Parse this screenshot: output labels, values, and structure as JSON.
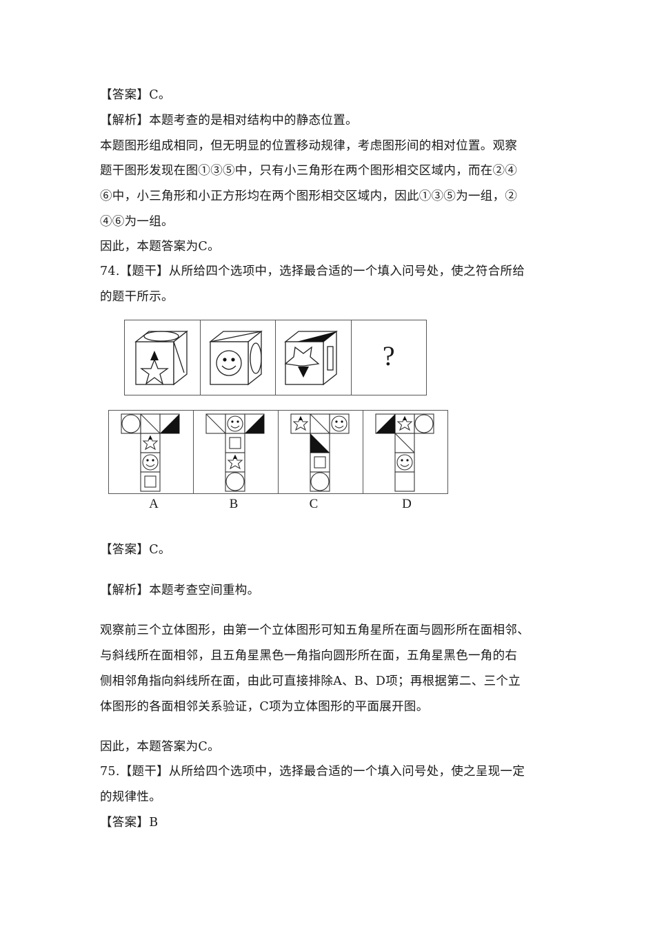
{
  "q73_tail": {
    "answer_line": "【答案】C。",
    "analysis_line": "【解析】本题考查的是相对结构中的静态位置。",
    "body_lines": [
      "本题图形组成相同，但无明显的位置移动规律，考虑图形间的相对位置。观察",
      "题干图形发现在图①③⑤中，只有小三角形在两个图形相交区域内，而在②④",
      "⑥中，小三角形和小正方形均在两个图形相交区域内，因此①③⑤为一组，②",
      "④⑥为一组。"
    ],
    "conclusion": "因此，本题答案为C。"
  },
  "q74": {
    "stem_lines": [
      "74.【题干】从所给四个选项中，选择最合适的一个填入问号处，使之符合所给",
      "的题干所示。"
    ],
    "figure": {
      "stem_cells": [
        {
          "id": 1,
          "description": "cube: top face ellipse, front face star with black triangle tip pointing up, right face diagonal line"
        },
        {
          "id": 2,
          "description": "cube: top face diagonal line, front face smiley face, right face ellipse"
        },
        {
          "id": 3,
          "description": "cube: top face black triangle, front face star with black tip pointing down, right face small rectangle"
        },
        {
          "id": 4,
          "description": "question mark",
          "text": "?"
        }
      ],
      "options": [
        {
          "label": "A",
          "top_row": [
            "circle",
            "diagonal",
            "black-triangle"
          ],
          "stem": [
            "star",
            "smiley",
            "square"
          ]
        },
        {
          "label": "B",
          "top_row": [
            "diagonal",
            "smiley",
            "black-triangle"
          ],
          "stem": [
            "square",
            "star",
            "circle"
          ]
        },
        {
          "label": "C",
          "top_row": [
            "star",
            "diagonal",
            "smiley"
          ],
          "stem": [
            "black-triangle",
            "square",
            "circle"
          ]
        },
        {
          "label": "D",
          "top_row": [
            "black-triangle",
            "star",
            "circle"
          ],
          "stem": [
            "diagonal",
            "smiley",
            "blank"
          ]
        }
      ]
    },
    "answer_line": "【答案】C。",
    "analysis_line": "【解析】本题考查空间重构。",
    "body_lines": [
      "观察前三个立体图形，由第一个立体图形可知五角星所在面与圆形所在面相邻、",
      "与斜线所在面相邻，且五角星黑色一角指向圆形所在面，五角星黑色一角的右",
      "侧相邻角指向斜线所在面，由此可直接排除A、B、D项；再根据第二、三个立",
      "体图形的各面相邻关系验证，C项为立体图形的平面展开图。"
    ],
    "conclusion": "因此，本题答案为C。"
  },
  "q75": {
    "stem_lines": [
      "75.【题干】从所给四个选项中，选择最合适的一个填入问号处，使之呈现一定",
      "的规律性。"
    ],
    "answer_line": "【答案】B"
  }
}
